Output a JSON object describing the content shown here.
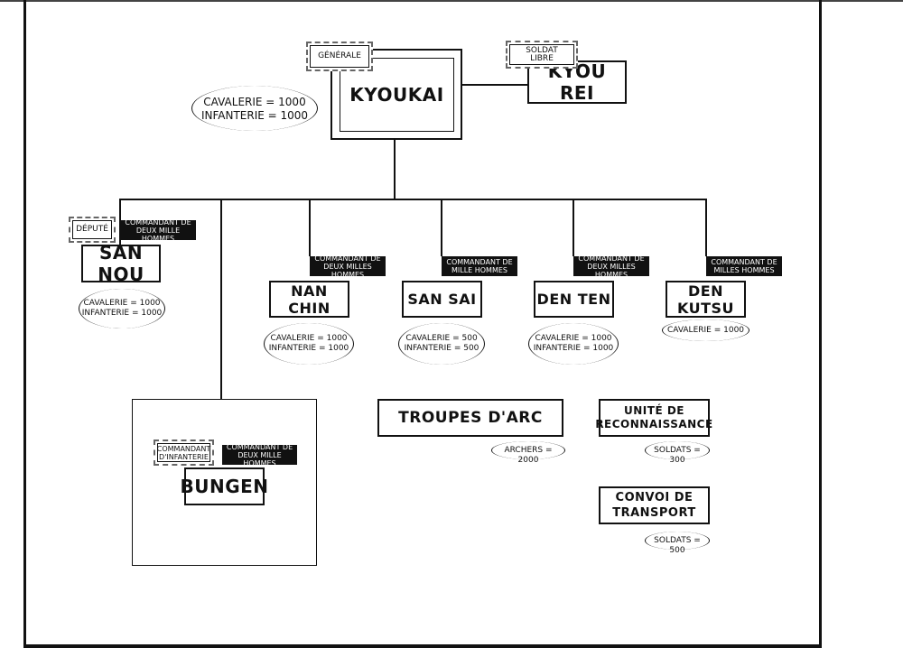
{
  "top": {
    "general_tag": "GÉNÉRALE",
    "general_name": "KYOUKAI",
    "general_stats": [
      "CAVALERIE = 1000",
      "INFANTERIE = 1000"
    ],
    "free_tag": "SOLDAT LIBRE",
    "free_name": "KYOU REI"
  },
  "units": {
    "san_nou": {
      "tag1": "DÉPUTÉ",
      "tag2": "COMMANDANT DE\nDEUX MILLE HOMMES",
      "name": "SAN NOU",
      "stats": [
        "CAVALERIE = 1000",
        "INFANTERIE = 1000"
      ]
    },
    "nan_chin": {
      "tag": "COMMANDANT DE\nDEUX MILLES HOMMES",
      "name": "NAN CHIN",
      "stats": [
        "CAVALERIE = 1000",
        "INFANTERIE = 1000"
      ]
    },
    "san_sai": {
      "tag": "COMMANDANT DE\nMILLE HOMMES",
      "name": "SAN SAI",
      "stats": [
        "CAVALERIE = 500",
        "INFANTERIE = 500"
      ]
    },
    "den_ten": {
      "tag": "COMMANDANT DE\nDEUX MILLES HOMMES",
      "name": "DEN TEN",
      "stats": [
        "CAVALERIE = 1000",
        "INFANTERIE = 1000"
      ]
    },
    "den_kutsu": {
      "tag": "COMMANDANT DE\nMILLES HOMMES",
      "name": "DEN KUTSU",
      "stats": [
        "CAVALERIE = 1000"
      ]
    },
    "bungen": {
      "tag1": "COMMANDANT\nD'INFANTERIE",
      "tag2": "COMMANDANT DE\nDEUX MILLE HOMMES",
      "name": "BUNGEN"
    },
    "arc": {
      "name": "TROUPES D'ARC",
      "stats": [
        "ARCHERS = 2000"
      ]
    },
    "recon": {
      "name": "UNITÉ DE\nRECONNAISSANCE",
      "stats": [
        "SOLDATS = 300"
      ]
    },
    "convoi": {
      "name": "CONVOI DE\nTRANSPORT",
      "stats": [
        "SOLDATS = 500"
      ]
    }
  }
}
